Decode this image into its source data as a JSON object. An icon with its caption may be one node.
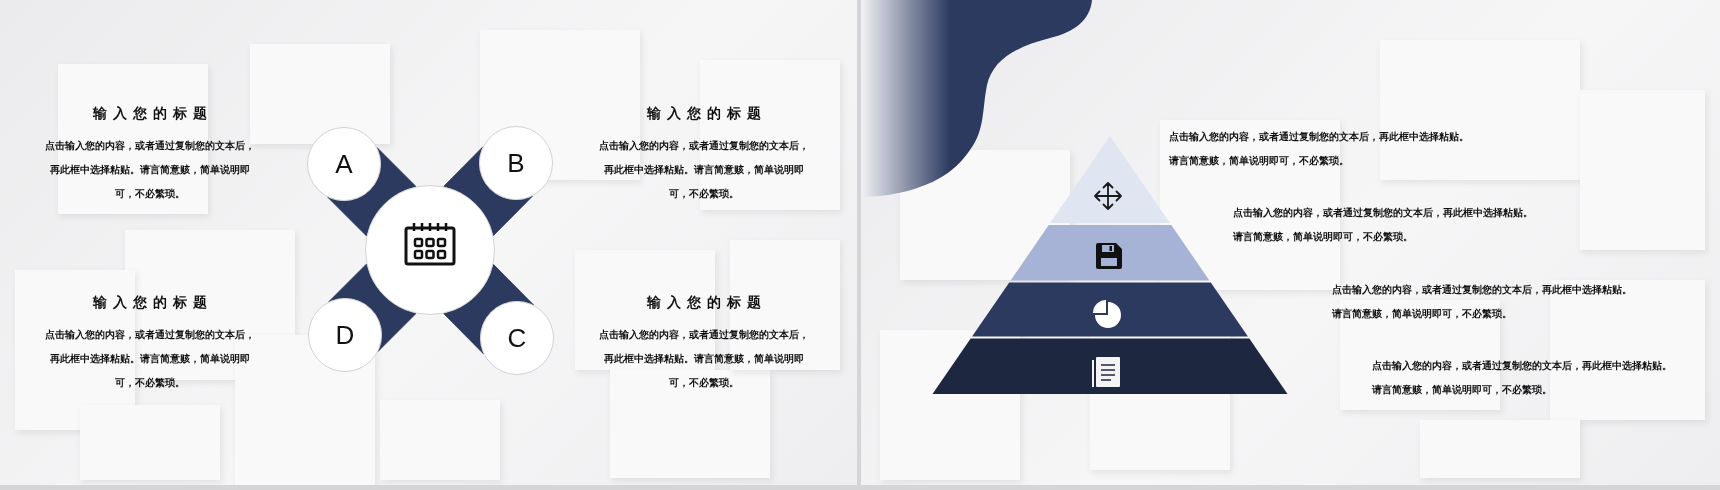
{
  "diagram": {
    "nodes": [
      {
        "text": [
          "A"
        ],
        "beside": [
          "输入您的标题",
          "点击输入您的内容，或者通过复制您的文本后，再此框中选择粘贴。请言简意赅，简单说明即可，不必繁琐。"
        ]
      },
      {
        "text": [
          "B"
        ],
        "beside": [
          "输入您的标题",
          "点击输入您的内容，或者通过复制您的文本后，再此框中选择粘贴。请言简意赅，简单说明即可，不必繁琐。"
        ]
      },
      {
        "text": [],
        "shape": "circle"
      },
      {
        "text": [
          "D"
        ],
        "beside": [
          "输入您的标题",
          "点击输入您的内容，或者通过复制您的文本后，再此框中选择粘贴。请言简意赅，简单说明即可，不必繁琐。"
        ]
      },
      {
        "text": [
          "C"
        ],
        "beside": [
          "输入您的标题",
          "点击输入您的内容，或者通过复制您的文本后，再此框中选择粘贴。请言简意赅，简单说明即可，不必繁琐。"
        ]
      }
    ],
    "edges": [
      {
        "from": 2,
        "to": 0,
        "arrow": "none"
      },
      {
        "from": 2,
        "to": 1,
        "arrow": "none"
      },
      {
        "from": 2,
        "to": 3,
        "arrow": "none"
      },
      {
        "from": 2,
        "to": 4,
        "arrow": "none"
      }
    ],
    "labels": [
      "点击输入您的内容，或者通过复制您的文本后，再此框中选择粘贴。请言简意赅，简单说明即可，不必繁琐。",
      "点击输入您的内容，或者通过复制您的文本后，再此框中选择粘贴。请言简意赅，简单说明即可，不必繁琐。",
      "点击输入您的内容，或者通过复制您的文本后，再此框中选择粘贴。请言简意赅，简单说明即可，不必繁琐。",
      "点击输入您的内容，或者通过复制您的文本后，再此框中选择粘贴。请言简意赅，简单说明即可，不必繁琐。"
    ]
  }
}
